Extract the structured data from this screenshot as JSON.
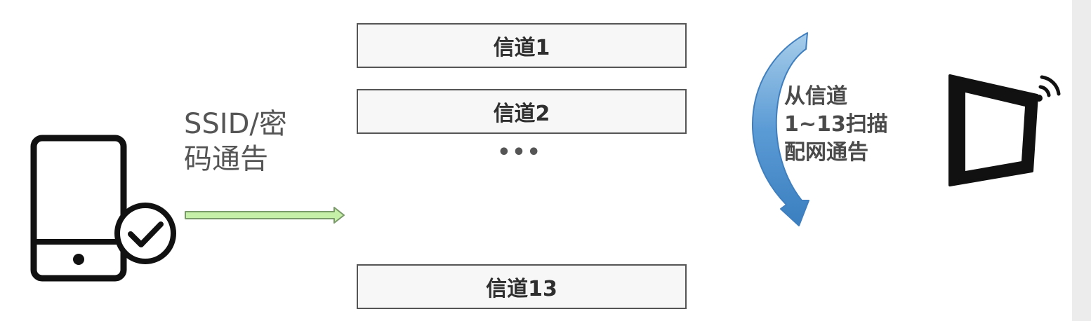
{
  "sender": {
    "icon": "phone-check-icon",
    "label_lines": [
      "SSID/密",
      "码通告"
    ],
    "arrow_color": "#c6efa8",
    "arrow_stroke": "#7a9a6a"
  },
  "channels": {
    "first": "信道1",
    "second": "信道2",
    "ellipsis": "•••",
    "last": "信道13"
  },
  "receiver": {
    "icon": "wifi-display-icon",
    "scan_arrow_color": "#5b9bd5",
    "scan_label_lines": [
      "从信道",
      "1~13扫描",
      "配网通告"
    ]
  }
}
